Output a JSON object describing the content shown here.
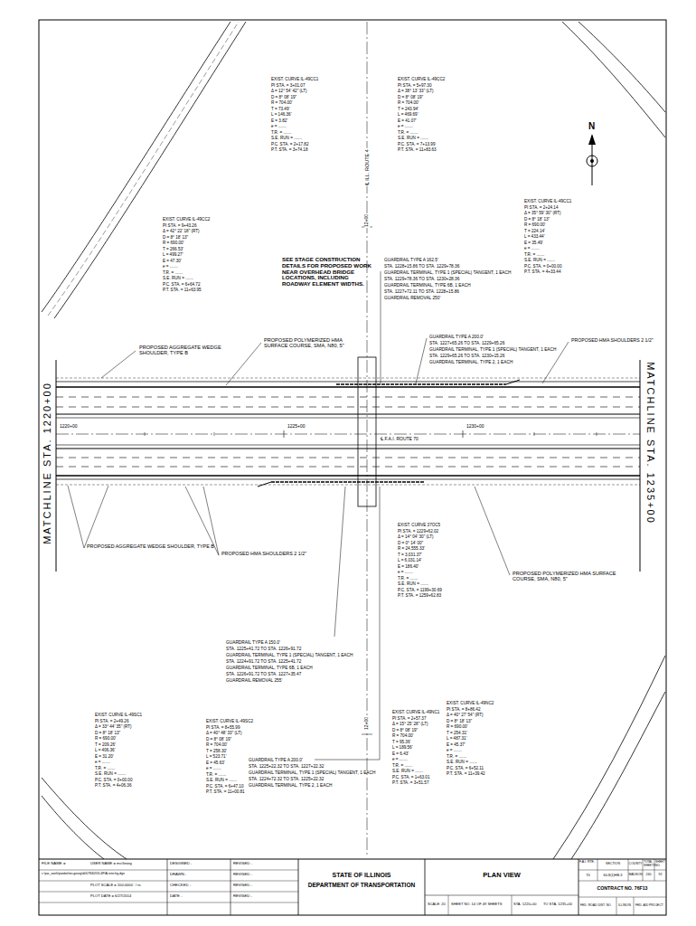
{
  "diagram": {
    "title": "PLAN VIEW",
    "labels": [
      "EXIST. CURVE IL-49CC1",
      "PI STA. = 3+01.07",
      "Δ = 12° 54' 42\" (LT)",
      "D = 8° 08' 19\"",
      "R = 704.00'",
      "T = 73.49'",
      "L = 146.36'",
      "E = 3.82'",
      "e = .......",
      "T.R. = .......",
      "S.E. RUN = .......",
      "P.C. STA. = 2+17.82",
      "P.T. STA. = 3+74.18",
      "EXIST. CURVE IL-49CC2",
      "PI STA. = 5+97.30",
      "Δ = 38° 13' 33\" (LT)",
      "D = 8° 08' 19\"",
      "R = 704.00'",
      "T = 243.94'",
      "L = 469.69'",
      "E = 41.07'",
      "e = .......",
      "T.R. = .......",
      "S.E. RUN = .......",
      "P.C. STA. = 7+13.99",
      "P.T. STA. = 11+83.63",
      "EXIST. CURVE IL-49CC1",
      "PI STA. = 2+24.14",
      "Δ = 35° 59' 30\" (RT)",
      "D = 8° 18' 13\"",
      "R = 690.00'",
      "T = 224.14'",
      "L = 433.44'",
      "E = 35.49'",
      "e = .......",
      "T.R. = .......",
      "S.E. RUN = .......",
      "P.C. STA. = 0+00.00",
      "P.T. STA. = 4+33.44",
      "EXIST. CURVE IL-49CC2",
      "PI STA. = 9+43.26",
      "Δ = 42° 22' 18\" (RT)",
      "D = 8° 18' 13\"",
      "R = 690.00'",
      "T = 266.53'",
      "L = 499.27'",
      "E = 47.30'",
      "e = .......",
      "T.R. = .......",
      "S.E. RUN = .......",
      "P.C. STA. = 6+64.72",
      "P.T. STA. = 11+63.95",
      "EXIST. CURVE 37OC5",
      "PI STA. = 1229+62.02",
      "Δ = 14° 04' 30\" (LT)",
      "D = 0° 14' 00\"",
      "R = 24,555.33'",
      "T = 3,031.37'",
      "L = 6,031.14'",
      "E = 186.40'",
      "e = .......",
      "T.R. = .......",
      "S.E. RUN = .......",
      "P.C. STA. = 1199+30.69",
      "P.T. STA. = 1259+62.83",
      "EXIST. CURVE IL-49SC1",
      "PI STA. = 2+49.26",
      "Δ = 33° 44' 35\" (RT)",
      "D = 8° 18' 13\"",
      "R = 690.00'",
      "T = 209.26'",
      "L = 406.36'",
      "E = 31.20'",
      "e = .......",
      "T.R. = .......",
      "S.E. RUN = .......",
      "P.C. STA. = 0+00.00",
      "P.T. STA. = 4+06.36",
      "EXIST. CURVE IL-49SC2",
      "PI STA. = 8+55.99",
      "Δ = 40° 48' 33\" (LT)",
      "D = 8° 08' 19\"",
      "R = 704.00'",
      "T = 258.30'",
      "L = 523.71'",
      "E = 45.63'",
      "e = .......",
      "T.R. = .......",
      "S.E. RUN = .......",
      "P.C. STA. = 6+47.10",
      "P.T. STA. = 11+00.81",
      "EXIST. CURVE IL-49NC1",
      "PI STA. = 2+57.37",
      "Δ = 15° 25' 28\" (LT)",
      "D = 8° 08' 19\"",
      "R = 704.00'",
      "T = 95.36'",
      "L = 189.56'",
      "E = 6.43'",
      "e = .......",
      "T.R. = .......",
      "S.E. RUN = .......",
      "P.C. STA. = 1+63.01",
      "P.T. STA. = 3+51.57",
      "EXIST. CURVE IL-49NC2",
      "PI STA. = 8+86.42",
      "Δ = 40° 27' 54\" (RT)",
      "D = 8° 18' 13\"",
      "R = 690.00'",
      "T = 254.31'",
      "L = 487.31'",
      "E = 45.37'",
      "e = .......",
      "T.R. = .......",
      "S.E. RUN = .......",
      "P.C. STA. = 6+52.11",
      "P.T. STA. = 11+39.42",
      "SEE STAGE CONSTRUCTION DETAILS FOR PROPOSED WORK NEAR OVERHEAD BRIDGE LOCATIONS, INCLUDING ROADWAY ELEMENT WIDTHS.",
      "GUARDRAIL TYPE A 162.5'",
      "STA. 1228+15.86 TO STA. 1229+78.36",
      "GUARDRAIL TERMINAL, TYPE 1 (SPECIAL) TANGENT, 1 EACH",
      "STA. 1229+78.36 TO STA. 1230+28.36",
      "GUARDRAIL TERMINAL, TYPE 6B, 1 EACH",
      "STA. 1227+72.11 TO STA. 1228+15.86",
      "GUARDRAIL REMOVAL 250'",
      "GUARDRAIL TYPE A 200.0'",
      "STA. 1227+65.26 TO STA. 1229+65.26",
      "GUARDRAIL TERMINAL, TYPE 1 (SPECIAL) TANGENT, 1 EACH",
      "STA. 1229+65.26 TO STA. 1230+15.26",
      "GUARDRAIL TERMINAL, TYPE 2, 1 EACH",
      "GUARDRAIL TYPE A 150.0'",
      "STA. 1225+41.72 TO STA. 1226+91.72",
      "GUARDRAIL TERMINAL, TYPE 1 (SPECIAL) TANGENT, 1 EACH",
      "STA. 1224+91.72 TO STA. 1225+41.72",
      "GUARDRAIL TERMINAL, TYPE 6B, 1 EACH",
      "STA. 1226+91.72 TO STA. 1227+35.47",
      "GUARDRAIL REMOVAL 255'",
      "GUARDRAIL TYPE A 200.0'",
      "STA. 1225+22.32 TO STA. 1227+22.32",
      "GUARDRAIL TERMINAL, TYPE 1 (SPECIAL) TANGENT, 1 EACH",
      "STA. 1224+72.32 TO STA. 1225+22.32",
      "GUARDRAIL TERMINAL, TYPE 2, 1 EACH",
      "PROPOSED AGGREGATE WEDGE SHOULDER, TYPE B",
      "PROPOSED POLYMERIZED HMA SURFACE COURSE, SMA, N80, 5\"",
      "PROPOSED HMA SHOULDERS 2 1/2\"",
      "PROPOSED AGGREGATE WEDGE SHOULDER, TYPE B",
      "PROPOSED HMA SHOULDERS 2 1/2\"",
      "PROPOSED POLYMERIZED HMA SURFACE COURSE, SMA, N80, 5\"",
      "MATCHLINE STA. 1220+00",
      "MATCHLINE STA. 1235+00",
      "1220+00",
      "1225+00",
      "1230+00",
      "℄ F.A.I. ROUTE 70",
      "℄ ILL. ROUTE 4",
      "12+00",
      "12+00",
      "N",
      "FILE NAME =",
      "USER NAME = mcGeorg",
      "c:\\pw_work\\pwidot\\mcgeorg\\d0078405\\IL4FIA-intrchg.dgn",
      "PLOT SCALE = 100.0000 ' / in.",
      "PLOT DATE = 6/27/2014",
      "DESIGNED -",
      "DRAWN -",
      "CHECKED -",
      "DATE -",
      "REVISED -",
      "REVISED -",
      "REVISED -",
      "REVISED -",
      "STATE OF ILLINOIS",
      "DEPARTMENT OF TRANSPORTATION",
      "SCALE: 20",
      "SHEET NO. 14 OF 49 SHEETS",
      "STA. 1220+00",
      "TO STA. 1235+00",
      "F.A.I. RTE.",
      "SECTION",
      "COUNTY",
      "TOTAL SHEETS",
      "SHEET NO.",
      "70",
      "60-8(1)HB-3",
      "MADISON",
      "240",
      "92",
      "CONTRACT NO. 76F13",
      "FED. ROAD DIST. NO.",
      "ILLINOIS",
      "FED. AID PROJECT"
    ]
  }
}
